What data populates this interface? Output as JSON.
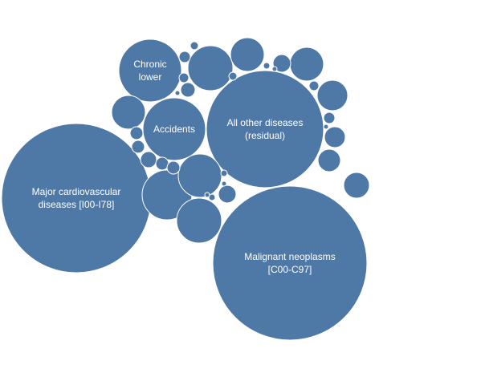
{
  "chart_data": {
    "type": "bubble",
    "color": "#4e78a6",
    "label_color": "#ffffff",
    "bubbles": [
      {
        "label": [
          "Major cardiovascular",
          "diseases [I00-I78]"
        ],
        "size": 93
      },
      {
        "label": [
          "Malignant neoplasms",
          "[C00-C97]"
        ],
        "size": 96
      },
      {
        "label": [
          "All other diseases",
          "(residual)"
        ],
        "size": 73
      },
      {
        "label": [
          "Accidents"
        ],
        "size": 39
      },
      {
        "label": [
          "Chronic",
          "lower"
        ],
        "size": 39
      },
      {
        "label": [],
        "size": 28
      },
      {
        "label": [],
        "size": 21
      },
      {
        "label": [],
        "size": 31
      },
      {
        "label": [],
        "size": 28
      },
      {
        "label": [],
        "size": 27
      },
      {
        "label": [],
        "size": 21
      },
      {
        "label": [],
        "size": 21
      },
      {
        "label": [],
        "size": 19
      },
      {
        "label": [],
        "size": 16
      },
      {
        "label": [],
        "size": 14
      },
      {
        "label": [],
        "size": 13
      },
      {
        "label": [],
        "size": 11
      },
      {
        "label": [],
        "size": 11
      },
      {
        "label": [],
        "size": 10
      },
      {
        "label": [],
        "size": 9
      },
      {
        "label": [],
        "size": 8
      },
      {
        "label": [],
        "size": 8
      },
      {
        "label": [],
        "size": 8
      },
      {
        "label": [],
        "size": 8
      },
      {
        "label": [],
        "size": 7
      },
      {
        "label": [],
        "size": 7
      },
      {
        "label": [],
        "size": 6
      },
      {
        "label": [],
        "size": 6
      },
      {
        "label": [],
        "size": 5
      },
      {
        "label": [],
        "size": 5
      },
      {
        "label": [],
        "size": 4
      },
      {
        "label": [],
        "size": 4
      },
      {
        "label": [],
        "size": 4
      },
      {
        "label": [],
        "size": 3
      },
      {
        "label": [],
        "size": 3
      },
      {
        "label": [],
        "size": 3
      },
      {
        "label": [],
        "size": 3
      },
      {
        "label": [],
        "size": 3
      }
    ]
  }
}
